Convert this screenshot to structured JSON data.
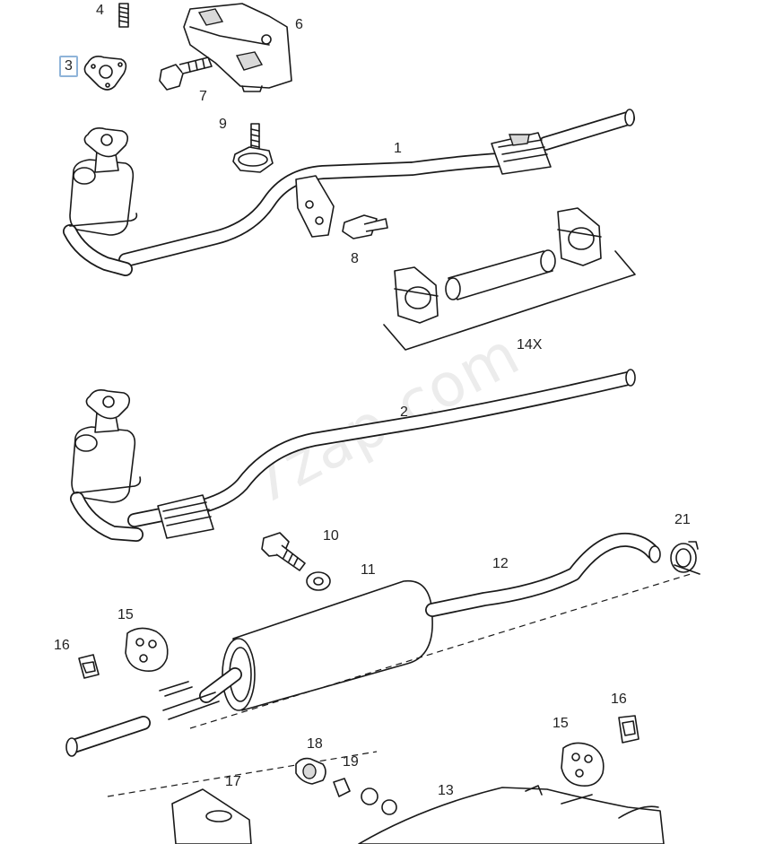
{
  "watermark": "7zap.com",
  "highlighted_part": "3",
  "callouts": [
    {
      "id": "4",
      "name": "callout-4"
    },
    {
      "id": "6",
      "name": "callout-6"
    },
    {
      "id": "3",
      "name": "callout-3"
    },
    {
      "id": "7",
      "name": "callout-7"
    },
    {
      "id": "9",
      "name": "callout-9"
    },
    {
      "id": "1",
      "name": "callout-1"
    },
    {
      "id": "8",
      "name": "callout-8"
    },
    {
      "id": "14X",
      "name": "callout-14x"
    },
    {
      "id": "2",
      "name": "callout-2"
    },
    {
      "id": "10",
      "name": "callout-10"
    },
    {
      "id": "11",
      "name": "callout-11"
    },
    {
      "id": "12",
      "name": "callout-12"
    },
    {
      "id": "21",
      "name": "callout-21"
    },
    {
      "id": "15",
      "name": "callout-15-left"
    },
    {
      "id": "16",
      "name": "callout-16-left"
    },
    {
      "id": "16",
      "name": "callout-16-right"
    },
    {
      "id": "15",
      "name": "callout-15-right"
    },
    {
      "id": "18",
      "name": "callout-18"
    },
    {
      "id": "19",
      "name": "callout-19"
    },
    {
      "id": "17",
      "name": "callout-17"
    },
    {
      "id": "13",
      "name": "callout-13"
    }
  ]
}
